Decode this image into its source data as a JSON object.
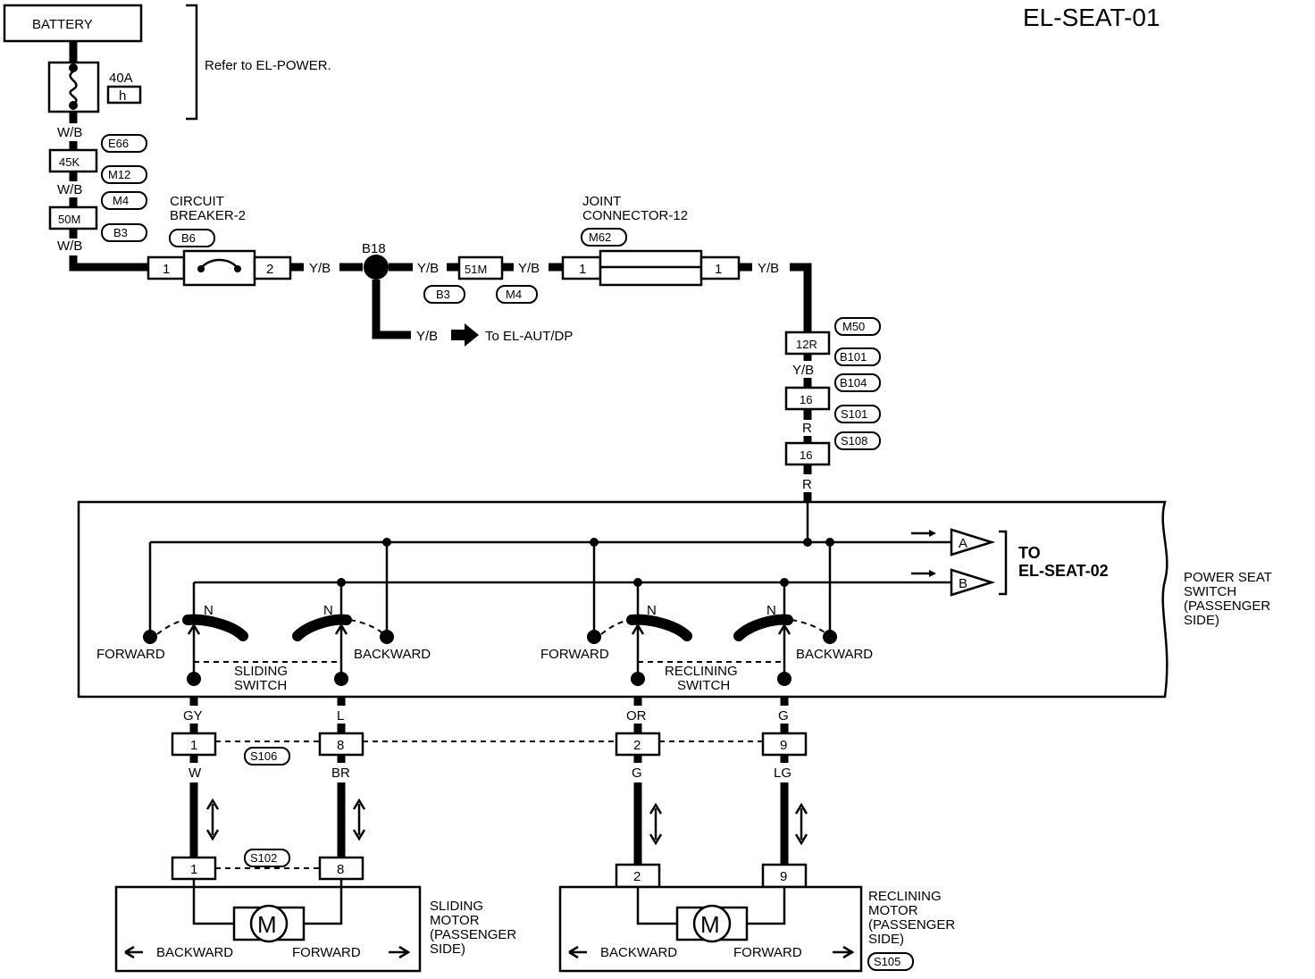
{
  "title": "EL-SEAT-01",
  "battery": {
    "label": "BATTERY"
  },
  "fuse": {
    "rating": "40A",
    "id": "h"
  },
  "refer_note": "Refer to EL-POWER.",
  "wire_colors": {
    "wb": "W/B",
    "yb": "Y/B",
    "r": "R",
    "gy": "GY",
    "l": "L",
    "or": "OR",
    "g": "G",
    "w": "W",
    "br": "BR",
    "lg": "LG"
  },
  "connectors": {
    "c45k": "45K",
    "c50m": "50M",
    "c51m": "51M",
    "c12r": "12R",
    "c16": "16",
    "pin1": "1",
    "pin2": "2",
    "pin8": "8",
    "pin9": "9"
  },
  "codes": {
    "e66": "E66",
    "m12": "M12",
    "m4": "M4",
    "b3": "B3",
    "b6": "B6",
    "m62": "M62",
    "m50": "M50",
    "b101": "B101",
    "b104": "B104",
    "s101": "S101",
    "s108": "S108",
    "s106": "S106",
    "s102": "S102",
    "s105": "S105"
  },
  "circuit_breaker": {
    "line1": "CIRCUIT",
    "line2": "BREAKER-2"
  },
  "joint_connector": {
    "line1": "JOINT",
    "line2": "CONNECTOR-12"
  },
  "splice": {
    "id": "B18"
  },
  "to_aut": "To EL-AUT/DP",
  "switch": {
    "n": "N",
    "forward": "FORWARD",
    "backward": "BACKWARD",
    "sliding_line1": "SLIDING",
    "sliding_line2": "SWITCH",
    "reclining_line1": "RECLINING",
    "reclining_line2": "SWITCH",
    "power_seat": [
      "POWER SEAT",
      "SWITCH",
      "(PASSENGER",
      " SIDE)"
    ]
  },
  "to_seat02": {
    "line1": "TO",
    "line2": "EL-SEAT-02",
    "a": "A",
    "b": "B"
  },
  "motors": {
    "m": "M",
    "backward": "BACKWARD",
    "forward": "FORWARD",
    "sliding": [
      "SLIDING",
      "MOTOR",
      "(PASSENGER",
      " SIDE)"
    ],
    "reclining": [
      "RECLINING",
      "MOTOR",
      "(PASSENGER",
      " SIDE)"
    ]
  }
}
